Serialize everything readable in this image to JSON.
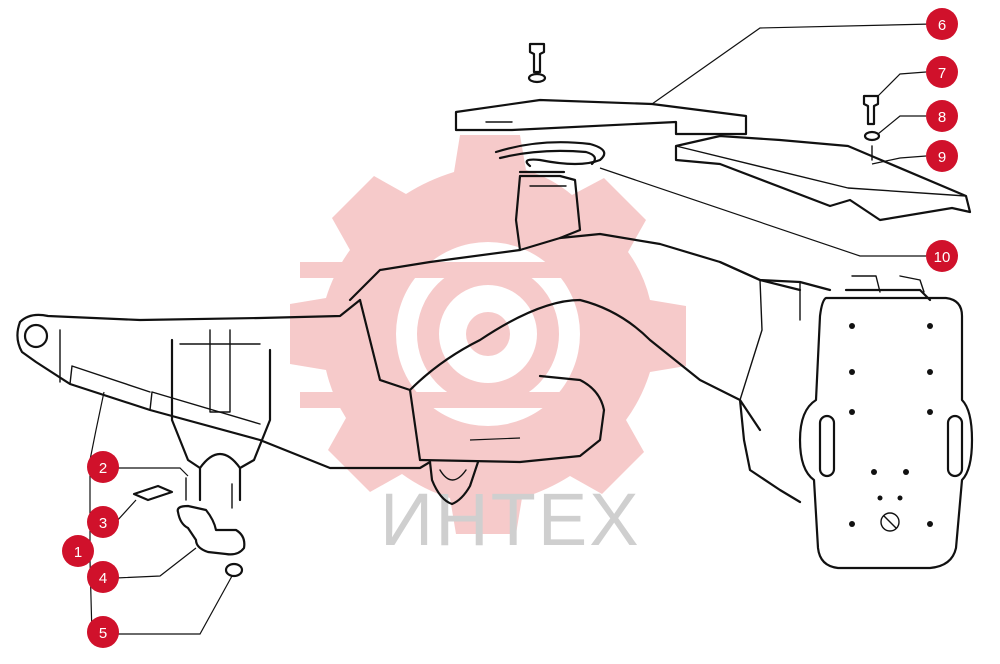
{
  "watermark": {
    "text": "ИНТЕХ",
    "gear_color": "#f2c4c4",
    "text_color": "#cfcfcf"
  },
  "callouts": [
    {
      "label": "1"
    },
    {
      "label": "2"
    },
    {
      "label": "3"
    },
    {
      "label": "4"
    },
    {
      "label": "5"
    },
    {
      "label": "6"
    },
    {
      "label": "7"
    },
    {
      "label": "8"
    },
    {
      "label": "9"
    },
    {
      "label": "10"
    }
  ],
  "colors": {
    "callout_fill": "#d0112b",
    "callout_text": "#ffffff",
    "line": "#111111"
  }
}
